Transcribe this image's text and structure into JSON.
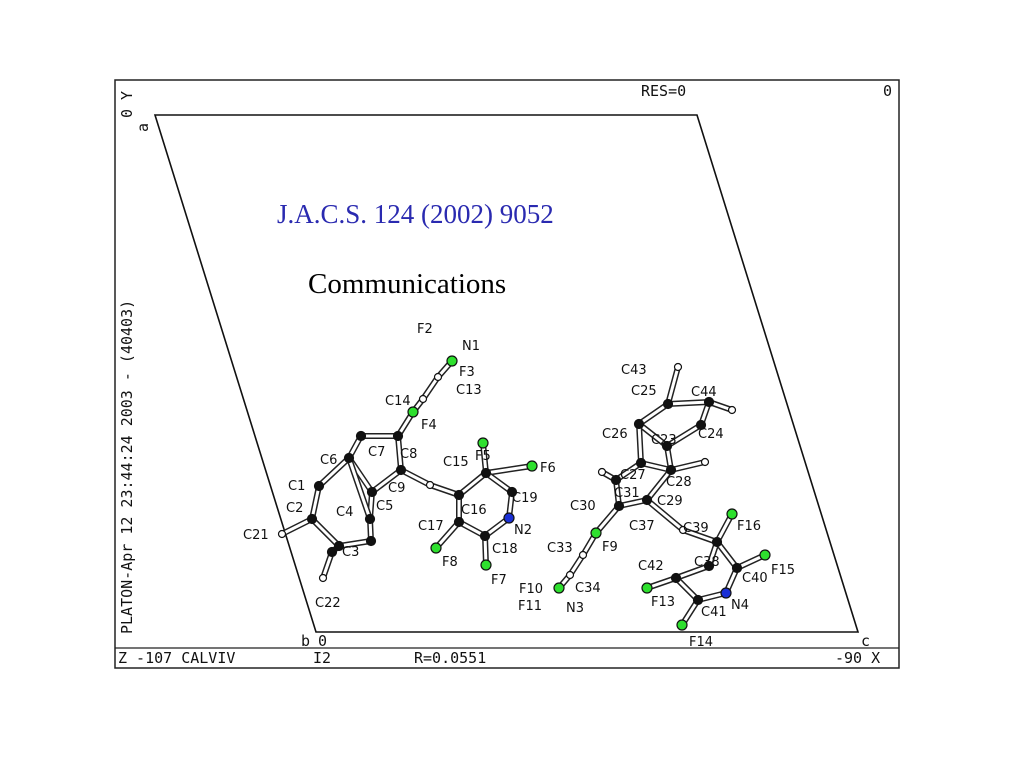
{
  "header": {
    "res": "RES=0",
    "top_right": "0",
    "axis_top_left": "0 Y",
    "vertical_caption": "PLATON-Apr 12 23:44:24 2003  -  (40403)"
  },
  "footer": {
    "left": "Z  -107   CALVIV",
    "i2": "I2",
    "r_factor": "R=0.0551",
    "right": "-90 X"
  },
  "axes": {
    "a": "a",
    "b": "b",
    "c": "c",
    "origin": "0"
  },
  "citation": "J.A.C.S. 124 (2002) 9052",
  "subtitle": "Communications",
  "colors": {
    "fluorine": "#2ee02e",
    "nitrogen": "#1a2fd6",
    "carbon": "#111111",
    "hydrogen": "#ffffff",
    "title": "#2a2ab0"
  },
  "atom_labels": [
    "F2",
    "N1",
    "F3",
    "C13",
    "C14",
    "F4",
    "C7",
    "C8",
    "C6",
    "C1",
    "C9",
    "C2",
    "C4",
    "C5",
    "C21",
    "C3",
    "C22",
    "C15",
    "F5",
    "F6",
    "C16",
    "C19",
    "C17",
    "N2",
    "C18",
    "F8",
    "F7",
    "C30",
    "C33",
    "F9",
    "F10",
    "C34",
    "F11",
    "N3",
    "C43",
    "C25",
    "C44",
    "C26",
    "C23",
    "C24",
    "C27",
    "C28",
    "C31",
    "C29",
    "C37",
    "C39",
    "F16",
    "C42",
    "C38",
    "F15",
    "C40",
    "F13",
    "C41",
    "N4",
    "F14"
  ]
}
